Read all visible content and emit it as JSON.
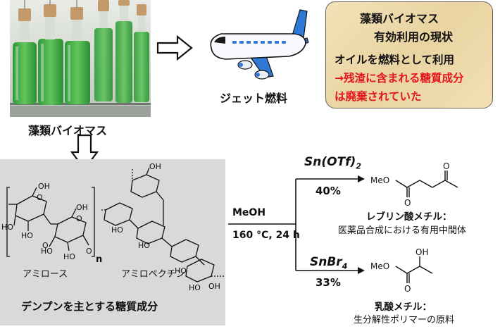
{
  "top": {
    "algae_label": "藻類バイオマス",
    "jet_label": "ジェット燃料"
  },
  "info_box": {
    "title_line1": "藻類バイオマス",
    "title_line2": "有効利用の現状",
    "line_black": "オイルを燃料として利用",
    "line_red1": "→残渣に含まれる糖質成分",
    "line_red2": "は廃棄されていた",
    "red_color": "#e4141b"
  },
  "starting_material": {
    "amylose_label": "アミロース",
    "amylopectin_label": "アミロペクチン",
    "caption": "デンプンを主とする糖質成分",
    "subscript_n": "n"
  },
  "reaction": {
    "reagent": "MeOH",
    "conditions": "160 °C, 24 h",
    "catalyst_top": "Sn(OTf)",
    "catalyst_top_sub": "2",
    "yield_top": "40%",
    "catalyst_bottom": "SnBr",
    "catalyst_bottom_sub": "4",
    "yield_bottom": "33%"
  },
  "products": {
    "levulinate_name": "レブリン酸メチル",
    "levulinate_colon": "：",
    "levulinate_desc": "医薬品合成における有用中間体",
    "lactate_name": "乳酸メチル",
    "lactate_colon": "：",
    "lactate_desc": "生分解性ポリマーの原料",
    "atom_MeO": "MeO",
    "atom_O": "O",
    "atom_OH": "OH"
  },
  "sugar_atoms": {
    "OH": "OH",
    "O": "O"
  }
}
